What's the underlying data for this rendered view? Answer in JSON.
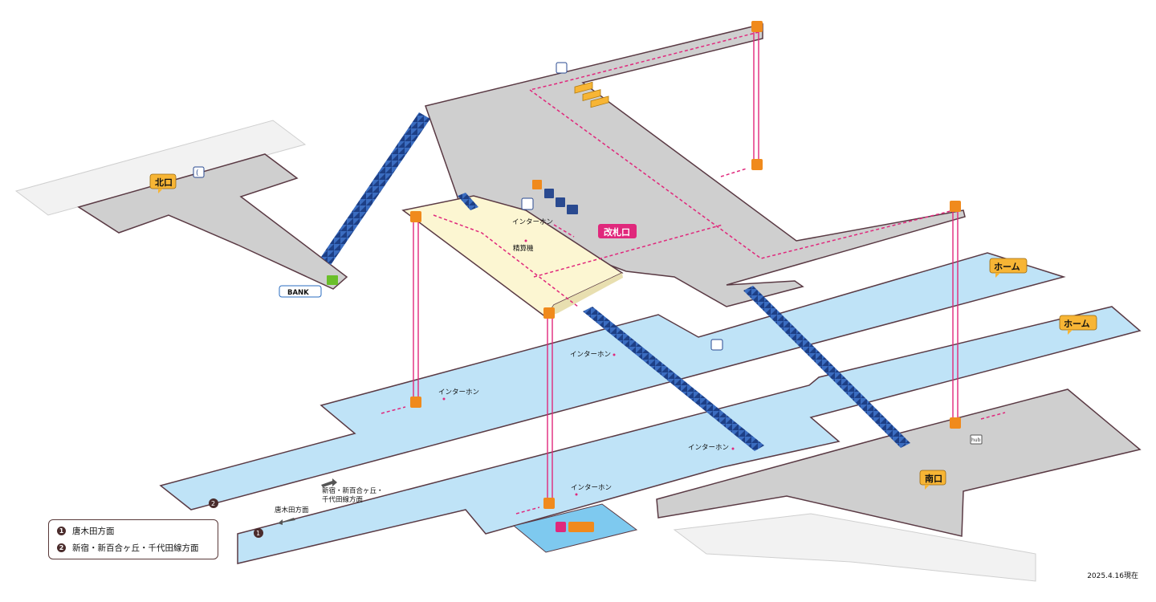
{
  "labels": {
    "north_exit": "北口",
    "south_exit": "南口",
    "ticket_gate": "改札口",
    "home_1": "ホーム",
    "home_2": "ホーム",
    "intercom": "インターホン",
    "fare_adjust": "精算機",
    "dir_shinjuku": "新宿・新百合ヶ丘・",
    "dir_chiyoda": "千代田線方面",
    "dir_karakida": "唐木田方面",
    "num_1": "❶",
    "num_2": "❷",
    "bank": "BANK",
    "hub": "hub"
  },
  "legend": [
    {
      "num": "1",
      "text": "唐木田方面"
    },
    {
      "num": "2",
      "text": "新宿・新百合ヶ丘・千代田線方面"
    }
  ],
  "date": "2025.4.16現在",
  "colors": {
    "concourse": "#cfcfcf",
    "walkway": "#f1f1f1",
    "concourse_in": "#fcf6d2",
    "platform": "#bfe3f7",
    "edge": "#5a3a44",
    "route": "#e0287c",
    "stairs": "#2a5caa",
    "tag": "#f7b535",
    "gate": "#e0287c",
    "toilet": "#7ec9ef"
  },
  "icons": [
    "phone-icon",
    "elevator-icon",
    "ticket-icon",
    "toilet-icon",
    "accessible-icon",
    "coin-locker-icon",
    "atm-icon"
  ]
}
